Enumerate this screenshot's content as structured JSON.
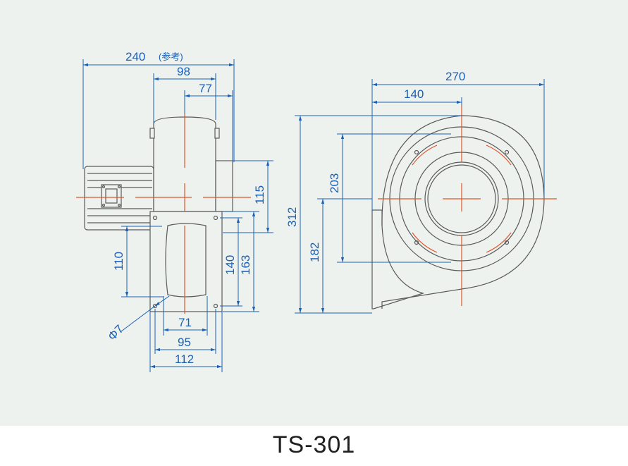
{
  "model": "TS-301",
  "colors": {
    "background": "#eef2ee",
    "dimension": "#1a60b8",
    "outline": "#5a5a5a",
    "centerline": "#e0552a",
    "caption": "#1f1f1f"
  },
  "side_view": {
    "overall_length": "240",
    "overall_length_note": "(参考)",
    "housing_width": "98",
    "outlet_offset": "77",
    "outlet_height": "115",
    "center_height": "110",
    "flange_hole_spacing": "140",
    "flange_height": "163",
    "hole_diameter": "Φ7",
    "inner_width": "71",
    "hole_pitch": "95",
    "flange_width": "112"
  },
  "front_view": {
    "overall_width": "270",
    "center_offset": "140",
    "total_height": "312",
    "casing_radius": "203",
    "center_to_base": "182"
  }
}
